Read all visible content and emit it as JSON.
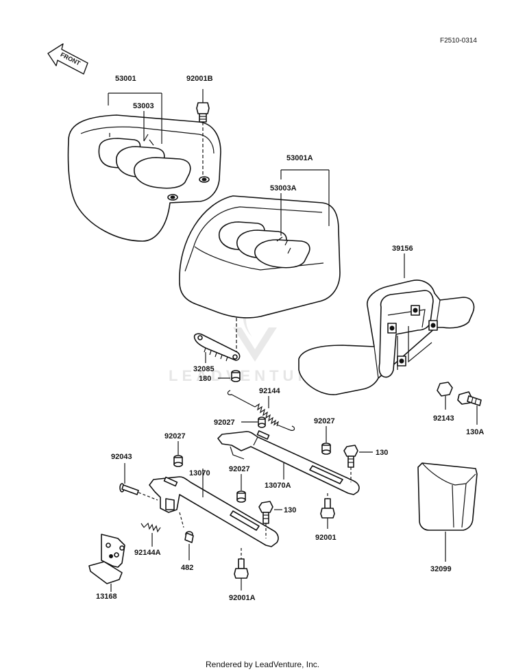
{
  "diagram": {
    "ref_code": "F2510-0314",
    "front_arrow_label": "FRONT",
    "watermark": "LEADVENTURE",
    "footer": "Rendered by LeadVenture, Inc.",
    "part_labels": {
      "p53001": "53001",
      "p53003": "53003",
      "p92001B": "92001B",
      "p53001A": "53001A",
      "p53003A": "53003A",
      "p39156": "39156",
      "p32085": "32085",
      "p180": "180",
      "p92144": "92144",
      "p92027_a": "92027",
      "p92027_b": "92027",
      "p92027_c": "92027",
      "p92027_d": "92027",
      "p92143": "92143",
      "p130A": "130A",
      "p92043": "92043",
      "p13070": "13070",
      "p13070A": "13070A",
      "p130_a": "130",
      "p130_b": "130",
      "p92001": "92001",
      "p92144A": "92144A",
      "p482": "482",
      "p13168": "13168",
      "p92001A": "92001A",
      "p32099": "32099"
    }
  }
}
